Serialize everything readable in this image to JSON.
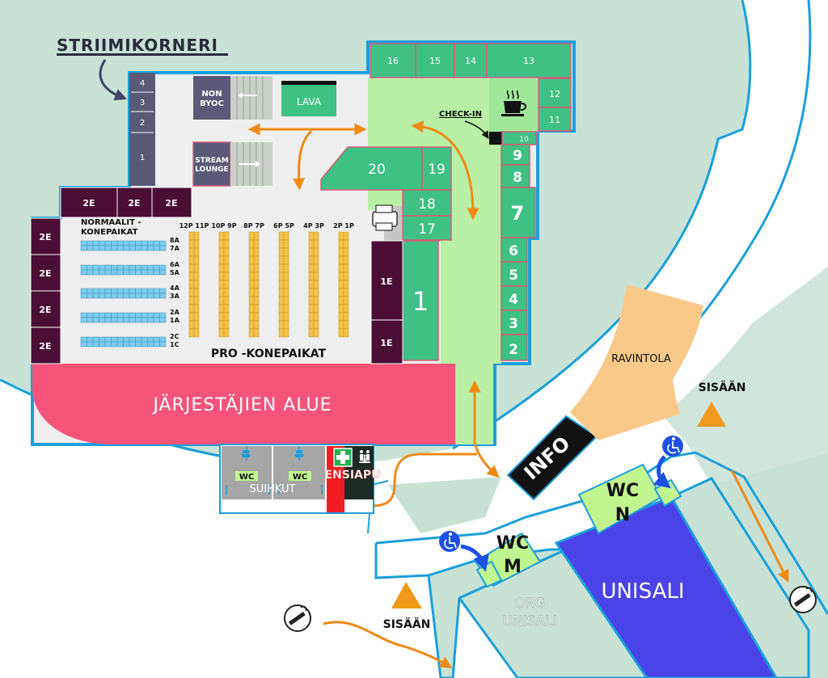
{
  "colors": {
    "background": "#ffffff",
    "outside_ground": "#c8e2d6",
    "hall_outline": "#1a9fdc",
    "hall_floor": "#efefef",
    "corridor": "#b9f0a6",
    "booth_green": "#3fc085",
    "booth_pink_border": "#d95a79",
    "dark_purple": "#4a0e34",
    "slate": "#5a5a78",
    "organizers": "#f5547a",
    "arrow_orange": "#f08a16",
    "normal_seats": "#7ecbee",
    "pro_seats": "#f4c24c",
    "restaurant": "#fac98a",
    "info": "#111111",
    "unisali": "#4a43e8",
    "wc_green": "#c1f58f",
    "wheelchair_blue": "#1d50e6",
    "first_aid_red": "#f21d23",
    "triangle": "#f09a1c"
  },
  "labels": {
    "striimikorneri": "STRIIMIKORNERI",
    "lava": "LAVA",
    "non_byoc_1": "NON",
    "non_byoc_2": "BYOC",
    "stream_lounge_1": "STREAM",
    "stream_lounge_2": "LOUNGE",
    "check_in": "CHECK-IN",
    "normaalit_1": "NORMAALIT -",
    "normaalit_2": "KONEPAIKAT",
    "pro_konepaikat": "PRO -KONEPAIKAT",
    "jarjestajien_alue": "JÄRJESTÄJIEN ALUE",
    "suihkut": "SUIHKUT",
    "ensiapu": "ENSIAPU",
    "wc": "WC",
    "info": "INFO",
    "ravintola": "RAVINTOLA",
    "sisaan_right": "SISÄÄN",
    "sisaan_bottom": "SISÄÄN",
    "wc_n_1": "WC",
    "wc_n_2": "N",
    "wc_m_1": "WC",
    "wc_m_2": "M",
    "unisali": "UNISALI",
    "org_unisali_1": "ORG",
    "org_unisali_2": "UNISALI"
  },
  "booths": {
    "b16": "16",
    "b15": "15",
    "b14": "14",
    "b13": "13",
    "b12": "12",
    "b11": "11",
    "b10": "10",
    "b20": "20",
    "b19": "19",
    "b18": "18",
    "b17": "17",
    "b9": "9",
    "b8": "8",
    "b7": "7",
    "b6": "6",
    "b5": "5",
    "b4": "4",
    "b3": "3",
    "b2": "2",
    "b1": "1"
  },
  "streaming_slots": [
    "4",
    "3",
    "2",
    "1"
  ],
  "top_2e_row": [
    "2E",
    "2E",
    "2E"
  ],
  "left_2e_column": [
    "2E",
    "2E",
    "2E",
    "2E"
  ],
  "right_1e_column": [
    "1E",
    "1E"
  ],
  "normal_row_labels": [
    [
      "8A",
      "7A"
    ],
    [
      "6A",
      "5A"
    ],
    [
      "4A",
      "3A"
    ],
    [
      "2A",
      "1A"
    ],
    [
      "2C",
      "1C"
    ]
  ],
  "pro_column_labels": [
    "12P 11P",
    "10P 9P",
    "8P 7P",
    "6P 5P",
    "4P 3P",
    "2P 1P"
  ],
  "icons": {
    "coffee": "coffee-cup-icon",
    "printer": "printer-icon",
    "shower": "shower-icon",
    "first_aid": "first-aid-cross-icon",
    "family": "family-room-icon",
    "wheelchair": "wheelchair-icon",
    "no_smoking": "smoking-area-icon"
  }
}
